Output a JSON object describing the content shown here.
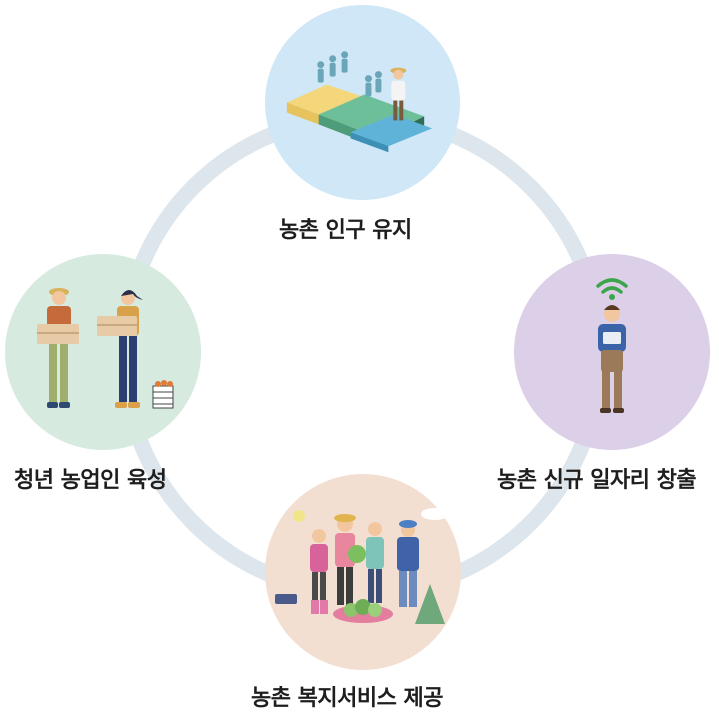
{
  "diagram": {
    "ring_color": "#dde6ec",
    "nodes": [
      {
        "id": "top",
        "label": "농촌 인구 유지",
        "icon": "population-icon",
        "bg": "#cfe7f6"
      },
      {
        "id": "right",
        "label": "농촌 신규 일자리 창출",
        "icon": "worker-wifi-icon",
        "bg": "#dccfe8"
      },
      {
        "id": "bottom",
        "label": "농촌 복지서비스 제공",
        "icon": "farmers-group-icon",
        "bg": "#f3dfd2"
      },
      {
        "id": "left",
        "label": "청년 농업인 육성",
        "icon": "young-farmers-icon",
        "bg": "#d6eadf"
      }
    ]
  }
}
